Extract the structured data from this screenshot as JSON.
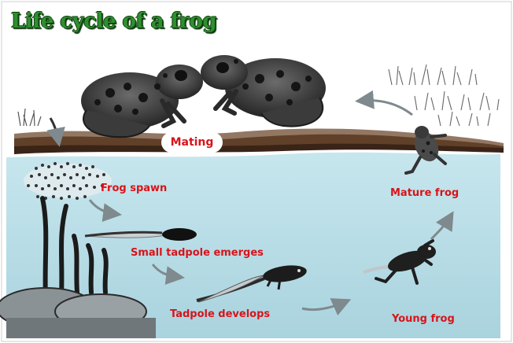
{
  "title": "Life cycle of a frog",
  "stages": {
    "mating": "Mating",
    "frog_spawn": "Frog spawn",
    "small_tadpole": "Small tadpole emerges",
    "tadpole_develops": "Tadpole develops",
    "young_frog": "Young frog",
    "mature_frog": "Mature frog"
  },
  "colors": {
    "title_green": "#2f8f2f",
    "label_red": "#d8141a",
    "water": "#b7dde6",
    "soil": "#3a2417",
    "arrow_gray": "#7f8a8e"
  }
}
